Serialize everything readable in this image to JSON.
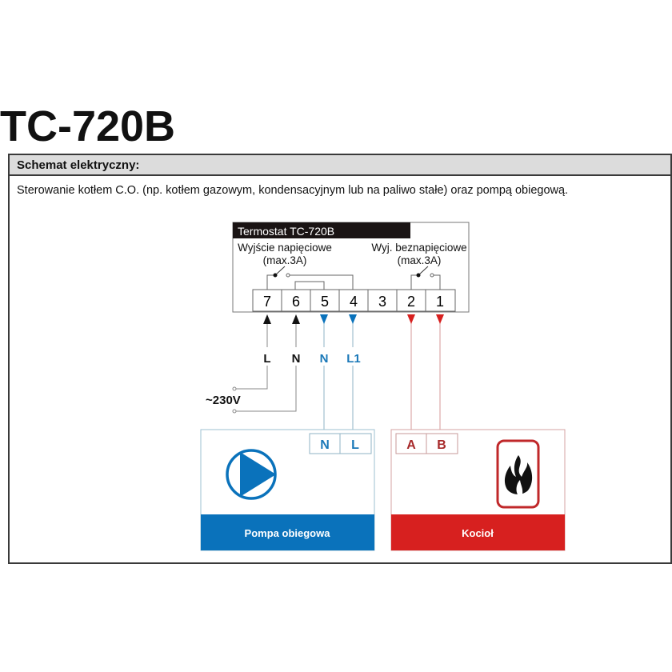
{
  "page": {
    "title": "TC-720B",
    "section_header": "Schemat elektryczny:",
    "description": "Sterowanie kotłem C.O. (np. kotłem gazowym, kondensacyjnym lub na paliwo stałe) oraz pompą obiegową."
  },
  "thermostat": {
    "label": "Termostat TC-720B",
    "output_voltage_label": "Wyjście napięciowe",
    "output_voltage_max": "(max.3A)",
    "output_dry_label": "Wyj. beznapięciowe",
    "output_dry_max": "(max.3A)",
    "terminals": [
      "7",
      "6",
      "5",
      "4",
      "3",
      "2",
      "1"
    ]
  },
  "wires": {
    "supply_L": "L",
    "supply_N": "N",
    "pump_N": "N",
    "pump_L1": "L1",
    "supply_voltage": "~230V"
  },
  "devices": {
    "pump": {
      "name": "Pompa obiegowa",
      "terminals": [
        "N",
        "L"
      ],
      "icon": "pump-icon"
    },
    "boiler": {
      "name": "Kocioł",
      "terminals": [
        "A",
        "B"
      ],
      "icon": "flame-icon"
    }
  },
  "colors": {
    "pump_blue": "#0a72bb",
    "boiler_red": "#d7201f",
    "boiler_text_red": "#a7292a",
    "header_gray": "#dcdcdc",
    "wire_gray": "#8a8a8a"
  }
}
